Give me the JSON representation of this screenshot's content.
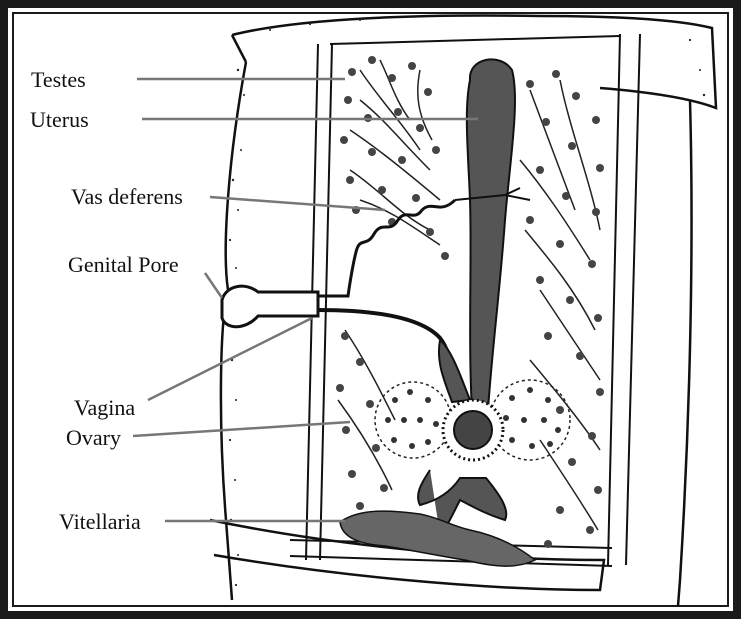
{
  "diagram": {
    "labels": {
      "testes": "Testes",
      "uterus": "Uterus",
      "vas_deferens": "Vas deferens",
      "genital_pore": "Genital Pore",
      "vagina": "Vagina",
      "ovary": "Ovary",
      "vitellaria": "Vitellaria"
    },
    "colors": {
      "frame": "#1a1a1a",
      "organ_fill": "#555555",
      "ink": "#111111",
      "background": "#ffffff"
    }
  }
}
